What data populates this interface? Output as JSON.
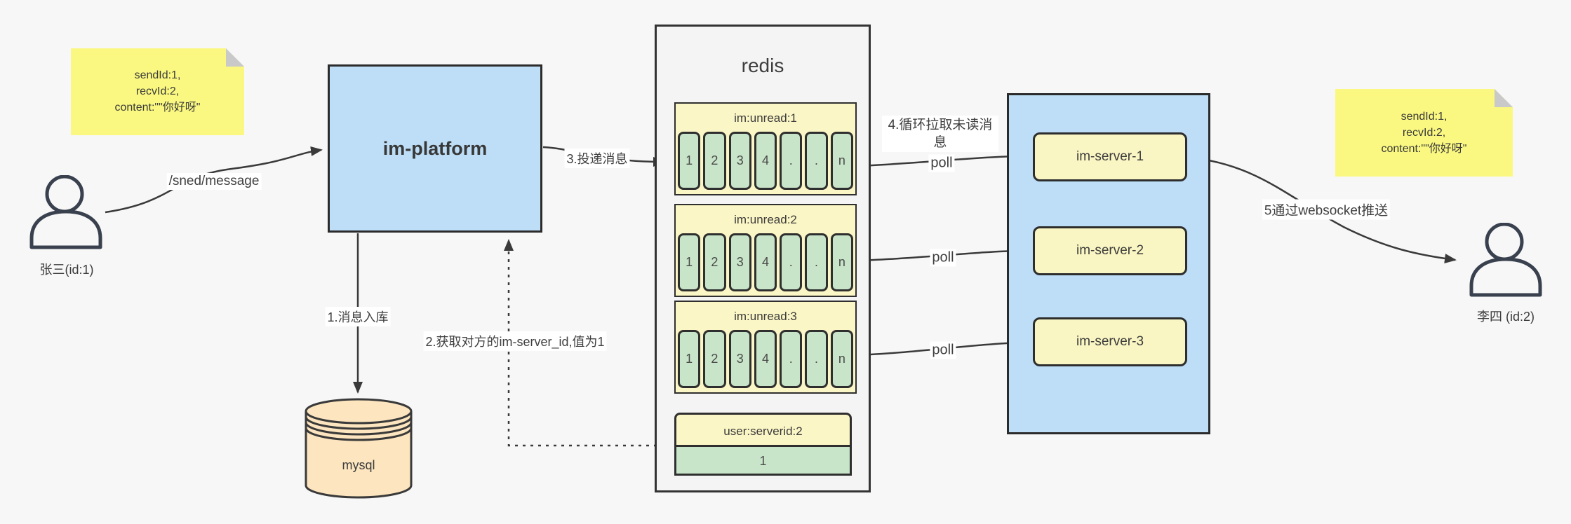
{
  "diagram_title": "IM message delivery architecture",
  "colors": {
    "canvas_bg": "#f7f7f7",
    "note_yellow": "#faf880",
    "box_blue": "#bddef6",
    "queue_yellow": "#fbf6c5",
    "cell_green": "#c9e5c9",
    "mysql_peach": "#fce5bf",
    "redis_gray": "#f4f4f4",
    "line": "#3a3a3a"
  },
  "actors": {
    "sender": {
      "label": "张三(id:1)"
    },
    "receiver": {
      "label": "李四 (id:2)"
    }
  },
  "notes": {
    "left": {
      "lines": [
        "sendId:1,",
        "recvId:2,",
        "content:\"\"你好呀\""
      ]
    },
    "right": {
      "lines": [
        "sendId:1,",
        "recvId:2,",
        "content:\"\"你好呀\""
      ]
    }
  },
  "platform": {
    "label": "im-platform"
  },
  "mysql": {
    "label": "mysql"
  },
  "redis": {
    "title": "redis",
    "queues": [
      {
        "name": "im:unread:1",
        "cells": [
          "1",
          "2",
          "3",
          "4",
          ".",
          ".",
          "n"
        ]
      },
      {
        "name": "im:unread:2",
        "cells": [
          "1",
          "2",
          "3",
          "4",
          ".",
          ".",
          "n"
        ]
      },
      {
        "name": "im:unread:3",
        "cells": [
          "1",
          "2",
          "3",
          "4",
          ".",
          ".",
          "n"
        ]
      }
    ],
    "kv": {
      "name": "user:serverid:2",
      "value": "1"
    }
  },
  "cluster": {
    "servers": [
      {
        "label": "im-server-1"
      },
      {
        "label": "im-server-2"
      },
      {
        "label": "im-server-3"
      }
    ]
  },
  "edges": {
    "send": {
      "label": "/sned/message"
    },
    "store": {
      "label": "1.消息入库"
    },
    "lookup": {
      "label": "2.获取对方的im-server_id,值为1"
    },
    "deliver": {
      "label": "3.投递消息"
    },
    "pull": {
      "label": "4.循环拉取未读消息"
    },
    "poll": {
      "label": "poll"
    },
    "push": {
      "label": "5通过websocket推送"
    }
  }
}
